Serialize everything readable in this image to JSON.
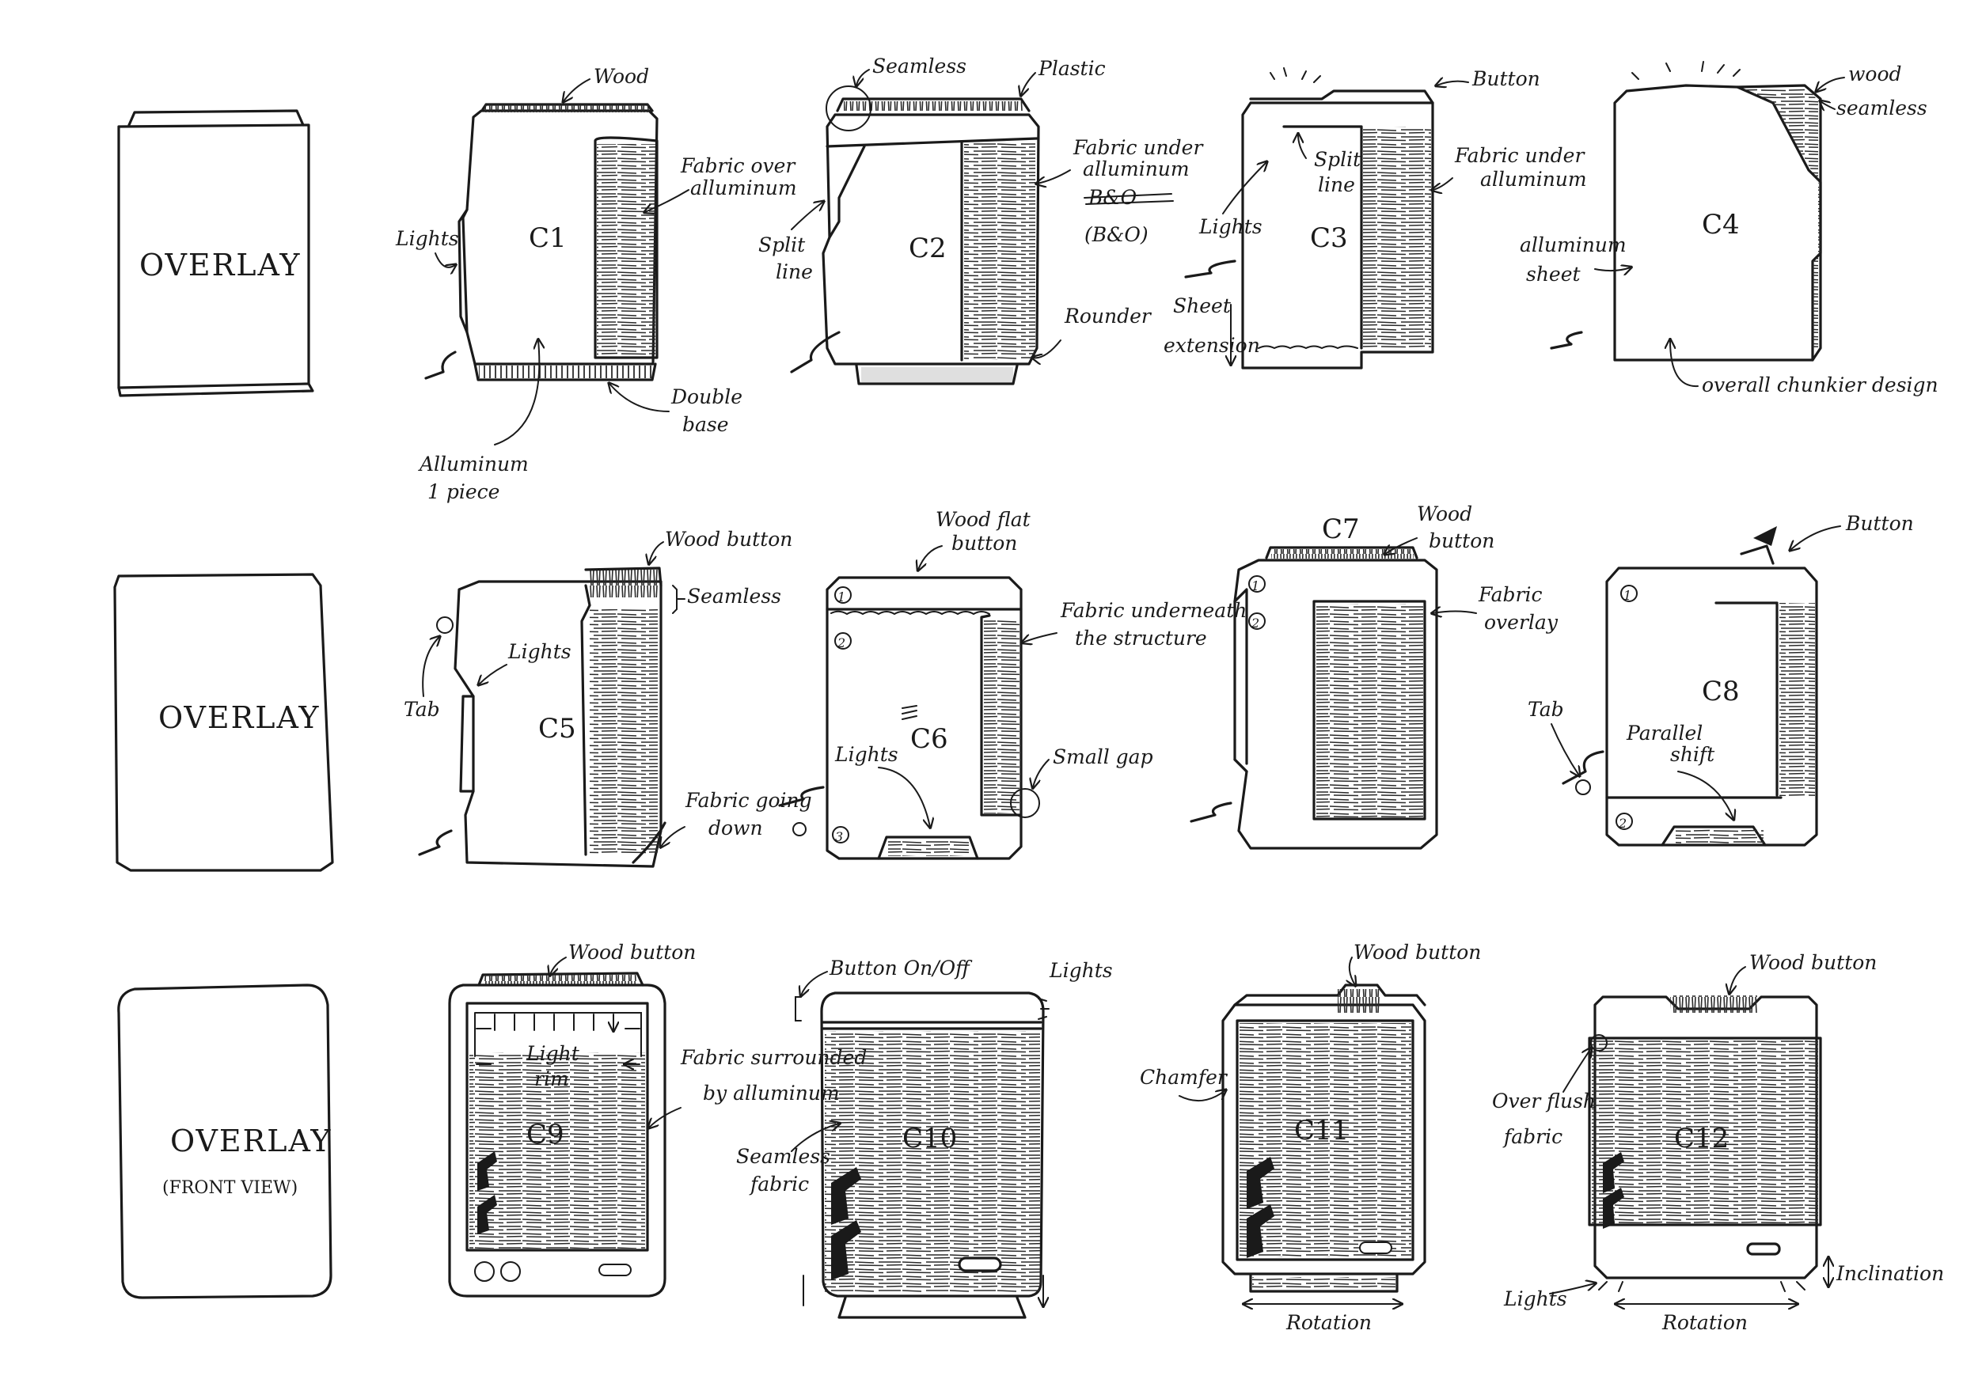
{
  "colors": {
    "ink": "#1a1a1a",
    "paper": "#ffffff"
  },
  "overlays": [
    {
      "line1": "OVERLAY",
      "line2": ""
    },
    {
      "line1": "OVERLAY",
      "line2": ""
    },
    {
      "line1": "OVERLAY",
      "line2": "(FRONT VIEW)"
    }
  ],
  "concepts": {
    "c1": {
      "code": "C1",
      "labels": {
        "wood": "Wood",
        "fabric_1": "Fabric over",
        "fabric_2": "alluminum",
        "lights": "Lights",
        "double_1": "Double",
        "double_2": "base",
        "alu_1": "Alluminum",
        "alu_2": "1 piece"
      }
    },
    "c2": {
      "code": "C2",
      "labels": {
        "seamless": "Seamless",
        "plastic": "Plastic",
        "fabric_1": "Fabric under",
        "fabric_2": "alluminum",
        "bo_struck": "B&O",
        "bo": "(B&O)",
        "split_1": "Split",
        "split_2": "line",
        "rounder": "Rounder"
      }
    },
    "c3": {
      "code": "C3",
      "labels": {
        "button": "Button",
        "split_1": "Split",
        "split_2": "line",
        "fabric_1": "Fabric under",
        "fabric_2": "alluminum",
        "lights": "Lights",
        "sheet_1": "Sheet",
        "sheet_2": "extension"
      }
    },
    "c4": {
      "code": "C4",
      "labels": {
        "wood": "wood",
        "seamless": "seamless",
        "alu_1": "alluminum",
        "alu_2": "sheet",
        "chunky": "overall chunkier design"
      }
    },
    "c5": {
      "code": "C5",
      "labels": {
        "wood_button": "Wood button",
        "seamless": "Seamless",
        "lights": "Lights",
        "tab": "Tab",
        "going_1": "Fabric going",
        "going_2": "down"
      }
    },
    "c6": {
      "code": "C6",
      "labels": {
        "flat_1": "Wood flat",
        "flat_2": "button",
        "under_1": "Fabric underneath",
        "under_2": "the structure",
        "lights": "Lights",
        "gap": "Small gap",
        "n1": "1",
        "n2": "2",
        "n3": "3"
      }
    },
    "c7": {
      "code": "C7",
      "labels": {
        "wood_1": "Wood",
        "wood_2": "button",
        "fab_1": "Fabric",
        "fab_2": "overlay",
        "n1": "1",
        "n2": "2"
      }
    },
    "c8": {
      "code": "C8",
      "labels": {
        "button": "Button",
        "tab": "Tab",
        "par_1": "Parallel",
        "par_2": "shift",
        "n1": "1",
        "n2": "2"
      }
    },
    "c9": {
      "code": "C9",
      "labels": {
        "wood_button": "Wood button",
        "rim_1": "Light",
        "rim_2": "rim",
        "sur_1": "Fabric surrounded",
        "sur_2": "by alluminum"
      }
    },
    "c10": {
      "code": "C10",
      "labels": {
        "onoff": "Button On/Off",
        "lights": "Lights",
        "seam_1": "Seamless",
        "seam_2": "fabric"
      }
    },
    "c11": {
      "code": "C11",
      "labels": {
        "wood_button": "Wood button",
        "chamfer": "Chamfer",
        "rotation": "Rotation"
      }
    },
    "c12": {
      "code": "C12",
      "labels": {
        "wood_button": "Wood button",
        "flush_1": "Over flush",
        "flush_2": "fabric",
        "lights": "Lights",
        "incl": "Inclination",
        "rotation": "Rotation"
      }
    }
  }
}
